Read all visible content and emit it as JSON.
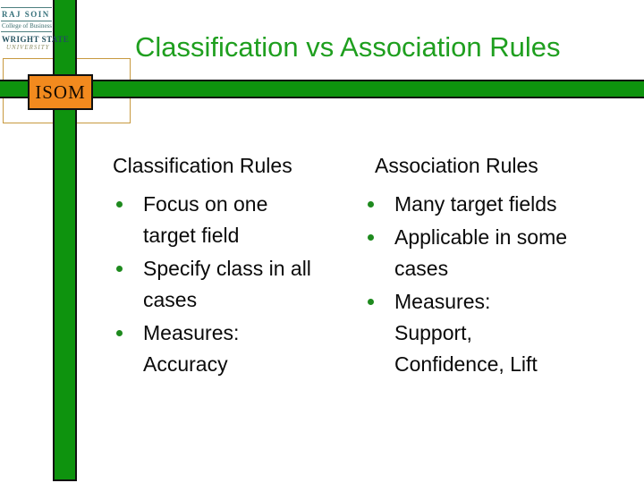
{
  "slide": {
    "title": "Classification vs Association Rules"
  },
  "logo": {
    "line1": "RAJ SOIN",
    "line2": "College of Business",
    "line3": "WRIGHT STATE",
    "line4": "UNIVERSITY"
  },
  "badge": {
    "label": "ISOM"
  },
  "columns": {
    "left": {
      "header": "Classification Rules",
      "items": [
        {
          "lines": [
            "Focus on one",
            "target field"
          ]
        },
        {
          "lines": [
            "Specify class in all",
            "cases"
          ]
        },
        {
          "lines": [
            "Measures:",
            "Accuracy"
          ]
        }
      ]
    },
    "right": {
      "header": "Association Rules",
      "items": [
        {
          "lines": [
            "Many target fields"
          ]
        },
        {
          "lines": [
            "Applicable in some",
            "cases"
          ]
        },
        {
          "lines": [
            "Measures:",
            "Support,",
            "Confidence, Lift"
          ]
        }
      ]
    }
  },
  "colors": {
    "bar_green": "#0e930e",
    "title_green": "#1f9f1f",
    "bullet_green": "#1e8a1e",
    "badge_orange": "#f28a1e",
    "tan_outline": "#c8993f",
    "logo_teal": "#35707a",
    "logo_navy": "#23505e",
    "logo_tan": "#8f8f66",
    "body_text": "#0a0a0a"
  }
}
